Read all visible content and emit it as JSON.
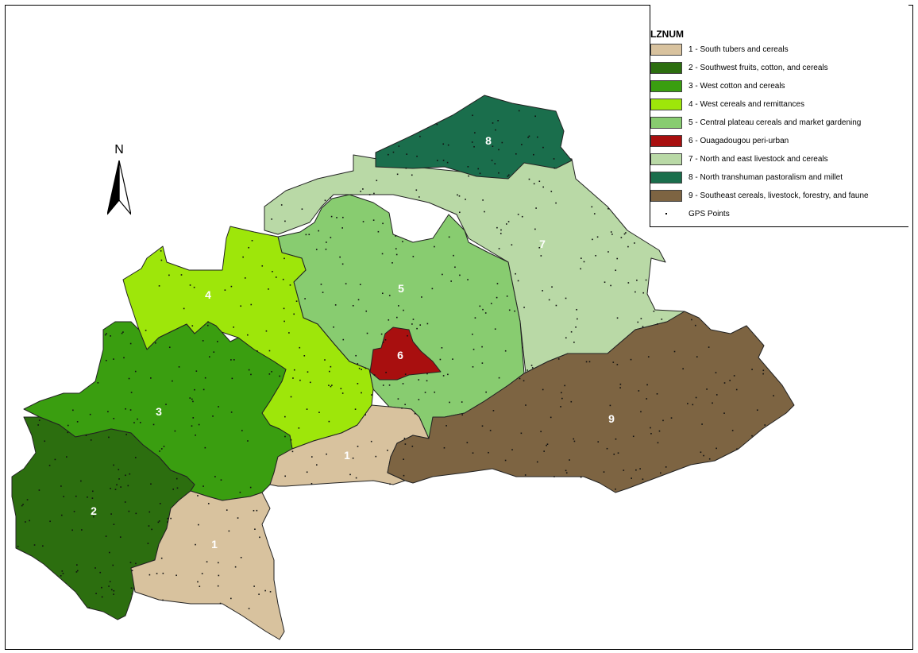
{
  "legend": {
    "title": "LZNUM",
    "items": [
      {
        "label": "1 - South tubers and cereals",
        "color": "#d8c29e"
      },
      {
        "label": "2 - Southwest fruits, cotton, and cereals",
        "color": "#2c6e0f"
      },
      {
        "label": "3 - West cotton and cereals",
        "color": "#3a9e10"
      },
      {
        "label": "4 - West cereals and remittances",
        "color": "#9ee60a"
      },
      {
        "label": "5 - Central plateau cereals and market gardening",
        "color": "#88cc70"
      },
      {
        "label": "6 - Ouagadougou peri-urban",
        "color": "#a80f0f"
      },
      {
        "label": "7 - North and east livestock and cereals",
        "color": "#b9d9a6"
      },
      {
        "label": "8 - North transhuman pastoralism and millet",
        "color": "#1a6e4c"
      },
      {
        "label": "9 - Southeast cereals, livestock, forestry, and faune",
        "color": "#7d6442"
      }
    ],
    "points_label": "GPS Points"
  },
  "north_label": "N",
  "zones": [
    {
      "id": "z1a",
      "number": "1",
      "color": "#d8c29e"
    },
    {
      "id": "z1b",
      "number": "1",
      "color": "#d8c29e"
    },
    {
      "id": "z2",
      "number": "2",
      "color": "#2c6e0f"
    },
    {
      "id": "z3",
      "number": "3",
      "color": "#3a9e10"
    },
    {
      "id": "z4",
      "number": "4",
      "color": "#9ee60a"
    },
    {
      "id": "z5",
      "number": "5",
      "color": "#88cc70"
    },
    {
      "id": "z6",
      "number": "6",
      "color": "#a80f0f"
    },
    {
      "id": "z7",
      "number": "7",
      "color": "#b9d9a6"
    },
    {
      "id": "z8",
      "number": "8",
      "color": "#1a6e4c"
    },
    {
      "id": "z9",
      "number": "9",
      "color": "#7d6442"
    }
  ]
}
